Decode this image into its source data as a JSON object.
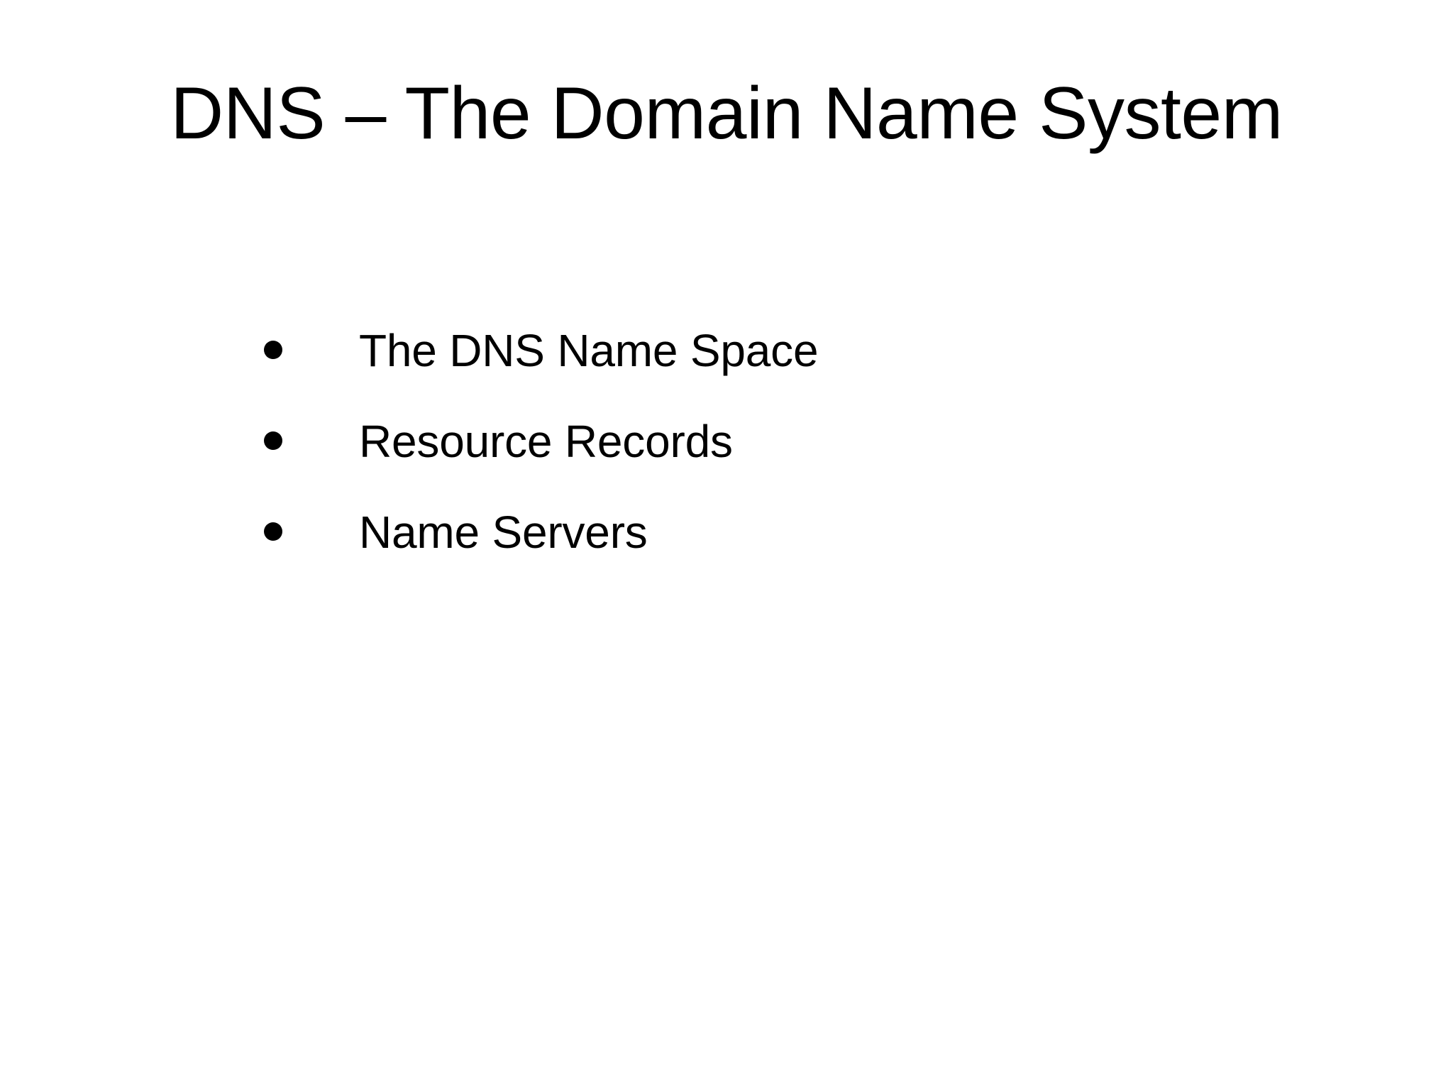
{
  "slide": {
    "background_color": "#ffffff",
    "text_color": "#000000",
    "title": "DNS – The Domain Name System",
    "bullets": [
      {
        "marker": "bullet-dot",
        "text": "The DNS Name Space"
      },
      {
        "marker": "bullet-dot",
        "text": "Resource Records"
      },
      {
        "marker": "bullet-dot",
        "text": "Name Servers"
      }
    ]
  }
}
